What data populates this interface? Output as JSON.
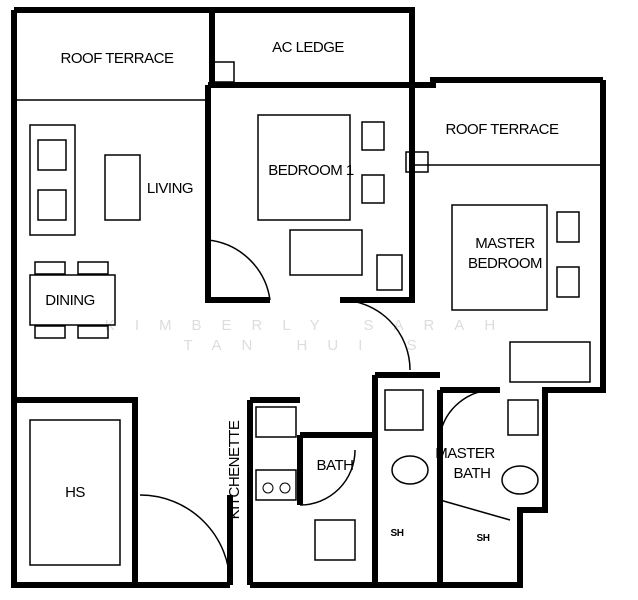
{
  "rooms": {
    "roof_terrace_left": "ROOF TERRACE",
    "ac_ledge": "AC LEDGE",
    "roof_terrace_right": "ROOF TERRACE",
    "bedroom_1": "BEDROOM 1",
    "living": "LIVING",
    "dining": "DINING",
    "master_bedroom_line1": "MASTER",
    "master_bedroom_line2": "BEDROOM",
    "hs": "HS",
    "kitchenette": "KITCHENETTE",
    "bath": "BATH",
    "master_bath_line1": "MASTER",
    "master_bath_line2": "BATH",
    "sh_bath": "SH",
    "sh_master_bath": "SH"
  },
  "watermark": {
    "line1": "KIMBERLY SARAH",
    "line2": "TAN HUI S"
  }
}
